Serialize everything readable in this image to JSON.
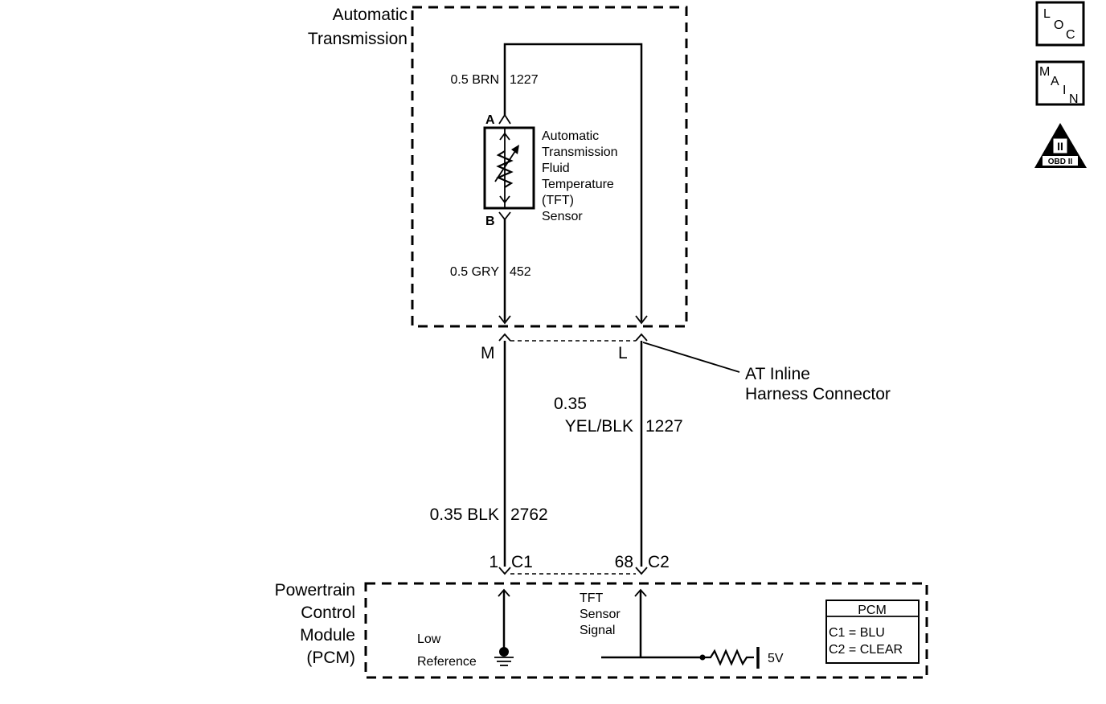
{
  "automatic_transmission": {
    "line1": "Automatic",
    "line2": "Transmission"
  },
  "wires": {
    "top_left": {
      "gauge_color": "0.5 BRN",
      "circuit": "1227"
    },
    "sensor_lower": {
      "gauge_color": "0.5 GRY",
      "circuit": "452"
    },
    "yel_blk": {
      "gauge": "0.35",
      "color": "YEL/BLK",
      "circuit": "1227"
    },
    "blk": {
      "gauge_color": "0.35 BLK",
      "circuit": "2762"
    }
  },
  "sensor": {
    "pin_a": "A",
    "pin_b": "B",
    "lines": [
      "Automatic",
      "Transmission",
      "Fluid",
      "Temperature",
      "(TFT)",
      "Sensor"
    ]
  },
  "inline_connector": {
    "pin_m": "M",
    "pin_l": "L",
    "label_line1": "AT Inline",
    "label_line2": "Harness Connector"
  },
  "pcm_connectors": {
    "pin_left": "1",
    "conn_left": "C1",
    "pin_right": "68",
    "conn_right": "C2"
  },
  "pcm": {
    "lines": [
      "Powertrain",
      "Control",
      "Module",
      "(PCM)"
    ],
    "low_ref_line1": "Low",
    "low_ref_line2": "Reference",
    "tft_signal": [
      "TFT",
      "Sensor",
      "Signal"
    ],
    "voltage": "5V",
    "legend": {
      "title": "PCM",
      "c1": "C1 = BLU",
      "c2": "C2 = CLEAR"
    }
  },
  "badges": {
    "loc": [
      "L",
      "O",
      "C"
    ],
    "main": [
      "M",
      "A",
      "I",
      "N"
    ],
    "obd": {
      "numeral": "II",
      "text": "OBD II"
    }
  }
}
